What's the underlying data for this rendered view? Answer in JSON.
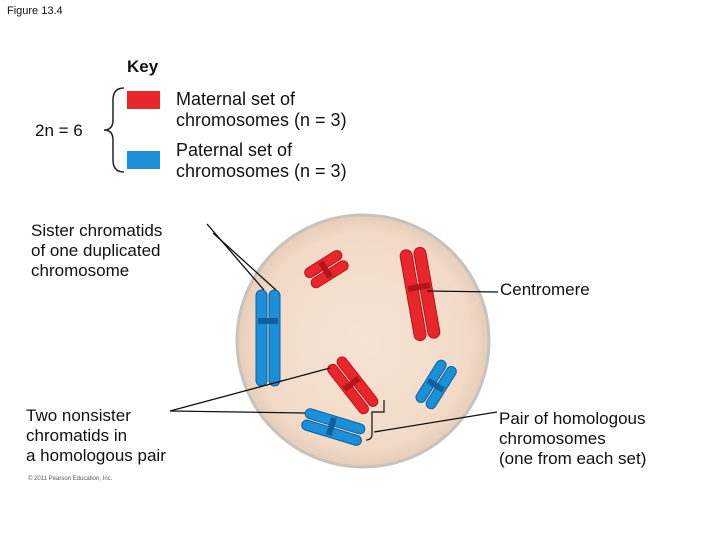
{
  "figure_label": "Figure 13.4",
  "key": {
    "title": "Key",
    "ploidy_label": "2n = 6",
    "maternal": {
      "line1": "Maternal set of",
      "line2": "chromosomes (n = 3)",
      "color": "#e8262b"
    },
    "paternal": {
      "line1": "Paternal set of",
      "line2": "chromosomes (n = 3)",
      "color": "#1b8fd8"
    }
  },
  "callouts": {
    "sister": {
      "line1": "Sister chromatids",
      "line2": "of one duplicated",
      "line3": "chromosome"
    },
    "centromere": {
      "text": "Centromere"
    },
    "nonsister": {
      "line1": "Two nonsister",
      "line2": "chromatids in",
      "line3": "a homologous pair"
    },
    "homologous_pair": {
      "line1": "Pair of homologous",
      "line2": "chromosomes",
      "line3": "(one from each set)"
    }
  },
  "copyright": "© 2011 Pearson Education, Inc.",
  "colors": {
    "cell_fill": "#f4ddcc",
    "cell_stroke": "#c8c2bd",
    "maternal_dark": "#b51419",
    "paternal_dark": "#0e5f9e"
  }
}
